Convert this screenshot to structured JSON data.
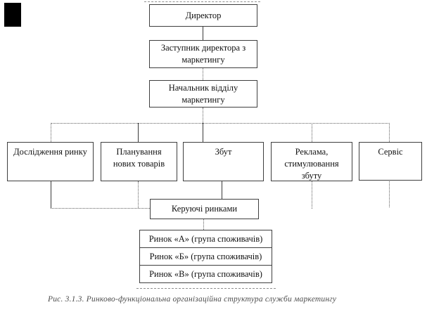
{
  "page": {
    "background_color": "#ffffff",
    "border_color": "#3f3f3f",
    "dotted_line_color": "#5f5f5f",
    "square_color": "#000000"
  },
  "org": {
    "director": "Директор",
    "deputy": "Заступник директора з маркетингу",
    "head": "Начальник відділу маркетингу",
    "departments": [
      "Дослідження ринку",
      "Планування нових товарів",
      "Збут",
      "Реклама, стимулювання збуту",
      "Сервіс"
    ],
    "managers": "Керуючі ринками",
    "markets": [
      "Ринок «А» (група споживачів)",
      "Ринок «Б» (група споживачів)",
      "Ринок «В» (група споживачів)"
    ]
  },
  "caption": "Рис. 3.1.3. Ринково-функціональна організаційна структура служби маркетингу"
}
